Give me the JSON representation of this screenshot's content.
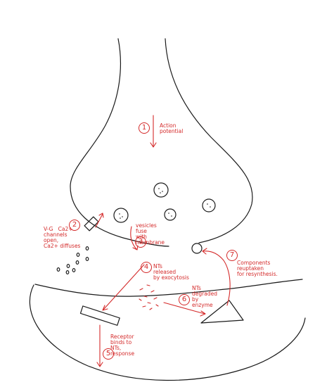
{
  "steps": {
    "s1": {
      "num": "1",
      "label": "Action\npotential"
    },
    "s2": {
      "num": "2",
      "label": "V-G   Ca2+\nchannels\nopen,\nCa2+ diffuses"
    },
    "s3": {
      "num": "3",
      "label": "vesicles\nfuse\nwith\nmembrane"
    },
    "s4": {
      "num": "4",
      "label": "NTs\nreleased\nby exocytosis"
    },
    "s5": {
      "num": "5",
      "label": "Receptor\nbinds to\nNTs,\nresponse"
    },
    "s6": {
      "num": "6",
      "label": "NTs\ndegraded\nby\nenzyme"
    },
    "s7": {
      "num": "7",
      "label": "Components\nreuptaken\nfor resynthesis."
    }
  },
  "colors": {
    "ink": "#1a1a1a",
    "annotation": "#d42a2a"
  }
}
